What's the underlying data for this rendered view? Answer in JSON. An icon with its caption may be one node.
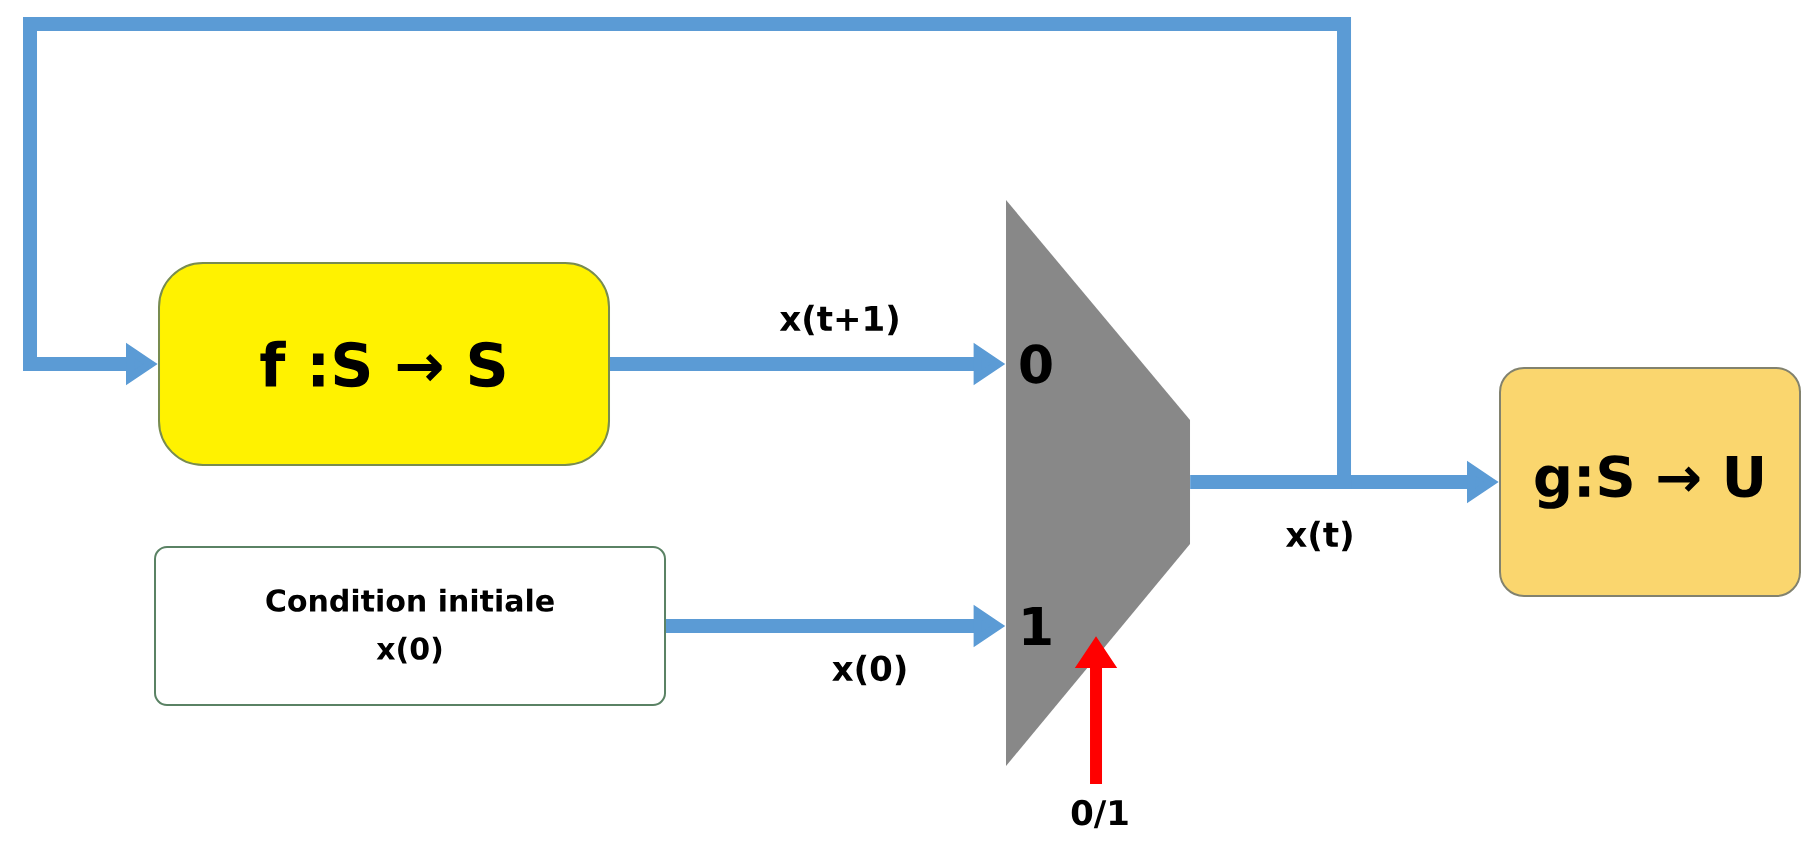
{
  "diagram": {
    "nodes": [
      {
        "text": [
          "f :S → S"
        ]
      },
      {
        "text": [
          "Condition initiale",
          "x(0)"
        ]
      },
      {
        "text": [
          "0",
          "1"
        ]
      },
      {
        "text": [
          "g:S → U"
        ]
      }
    ],
    "edges": [
      {
        "from": 0,
        "to": 2,
        "arrow": "to",
        "label": "x(t+1)"
      },
      {
        "from": 1,
        "to": 2,
        "arrow": "to",
        "label": "x(0)"
      },
      {
        "from": 2,
        "to": 3,
        "arrow": "to",
        "label": "x(t)"
      },
      {
        "from": 2,
        "to": 0,
        "arrow": "to"
      },
      {
        "from": null,
        "to": 2,
        "arrow": "to",
        "label": "0/1",
        "color": "#ff0000"
      }
    ]
  }
}
